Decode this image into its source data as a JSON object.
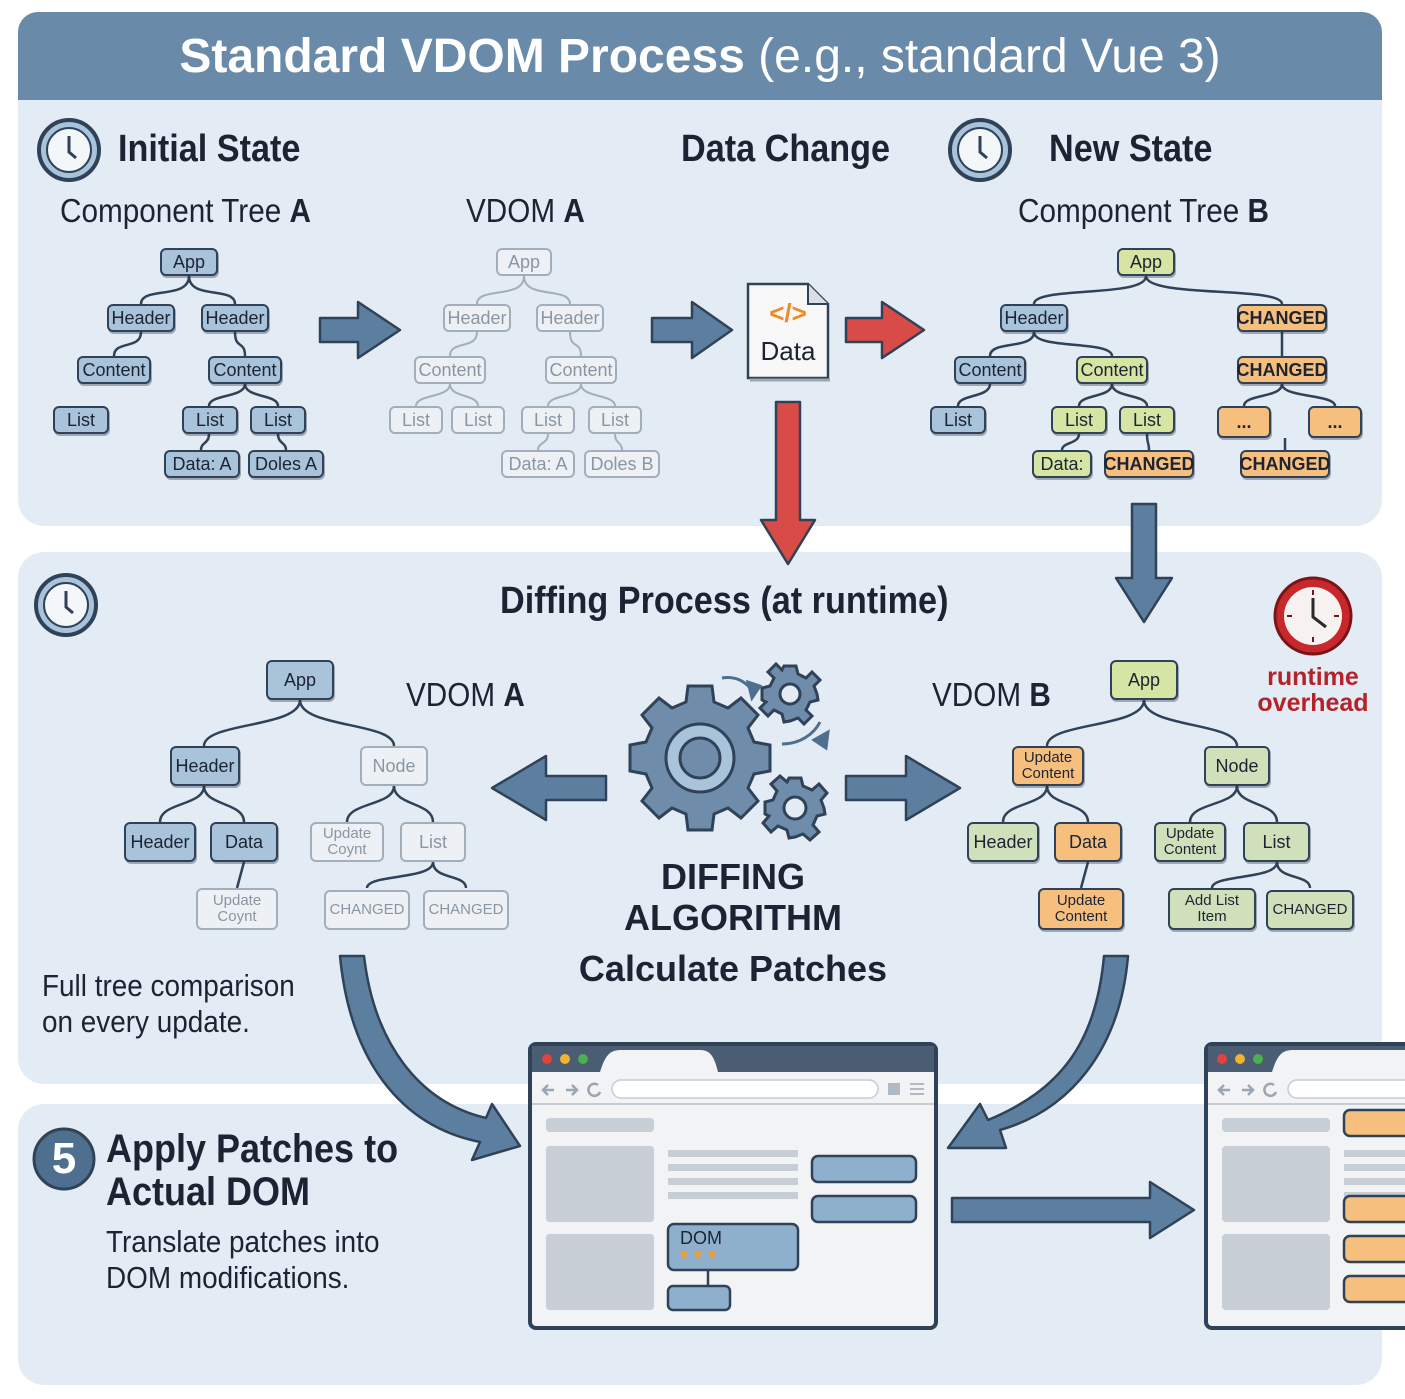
{
  "title": {
    "bold": "Standard VDOM Process",
    "light": "(e.g., standard Vue 3)"
  },
  "top": {
    "initial_state": "Initial State",
    "data_change": "Data Change",
    "new_state": "New State",
    "tree_a_label": "Component Tree",
    "tree_a_letter": "A",
    "vdom_a_label": "VDOM",
    "vdom_a_letter": "A",
    "tree_b_label": "Component Tree",
    "tree_b_letter": "B",
    "data_doc": "Data",
    "data_doc_code": "</>",
    "tree_a": {
      "app": "App",
      "header1": "Header",
      "header2": "Header",
      "content1": "Content",
      "content2": "Content",
      "list1": "List",
      "list2": "List",
      "list3": "List",
      "data": "Data: A",
      "doles": "Doles A"
    },
    "vdom_a": {
      "app": "App",
      "header1": "Header",
      "header2": "Header",
      "content1": "Content",
      "content2": "Content",
      "list1": "List",
      "list2": "List",
      "list3": "List",
      "list4": "List",
      "data": "Data: A",
      "doles": "Doles B"
    },
    "tree_b": {
      "app": "App",
      "header": "Header",
      "changed1": "CHANGED",
      "content1": "Content",
      "content2": "Content",
      "changed2": "CHANGED",
      "list1": "List",
      "list2": "List",
      "list3": "List",
      "ell1": "...",
      "ell2": "...",
      "data": "Data:",
      "changed3": "CHANGED",
      "changed4": "CHANGED"
    }
  },
  "diff": {
    "title": "Diffing Process (at runtime)",
    "vdom_a_label": "VDOM",
    "vdom_a_letter": "A",
    "vdom_b_label": "VDOM",
    "vdom_b_letter": "B",
    "algo_line1": "DIFFING",
    "algo_line2": "ALGORITHM",
    "algo_line3": "Calculate Patches",
    "runtime_line1": "runtime",
    "runtime_line2": "overhead",
    "note_line1": "Full tree comparison",
    "note_line2": "on every update.",
    "vdom_a": {
      "app": "App",
      "header": "Header",
      "node": "Node",
      "header2": "Header",
      "data": "Data",
      "upd_coyt1": "Update Coynt",
      "list": "List",
      "upd_coyt2": "Update Coynt",
      "changed1": "CHANGED",
      "changed2": "CHANGED"
    },
    "vdom_b": {
      "app": "App",
      "upd_content1": "Update Content",
      "node": "Node",
      "header": "Header",
      "data": "Data",
      "upd_content2": "Update Content",
      "list": "List",
      "upd_content3": "Update Content",
      "add_list_item": "Add List Item",
      "changed": "CHANGED"
    }
  },
  "apply": {
    "step": "5",
    "title_line1": "Apply Patches to",
    "title_line2": "Actual DOM",
    "desc_line1": "Translate patches into",
    "desc_line2": "DOM modifications.",
    "dom_label": "DOM"
  },
  "colors": {
    "header_bar": "#6a8aaa",
    "panel": "#e3ecf5",
    "arrow_blue": "#5d7f9f",
    "arrow_red": "#d94b47",
    "node_blue": "#a8c3da",
    "node_green": "#d6e4a4",
    "node_orange": "#f7bf7e",
    "clock_red": "#c8282c"
  }
}
